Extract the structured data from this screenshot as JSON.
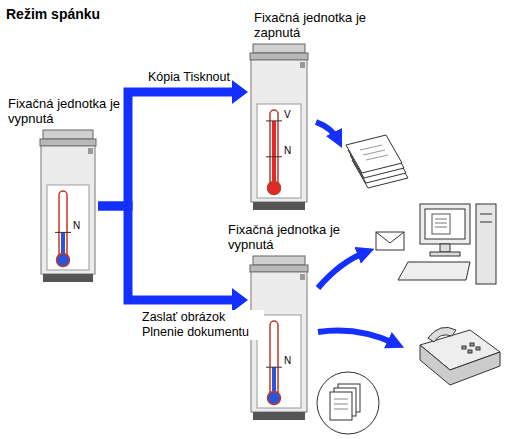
{
  "diagram": {
    "title": "Režim spánku",
    "nodes": [
      {
        "text": [
          "Fixačná jednotka je vypnutá"
        ]
      },
      {
        "text": [
          "Fixačná jednotka je zapnutá"
        ]
      },
      {
        "text": [
          "Fixačná jednotka je vypnutá"
        ]
      }
    ],
    "edges": [
      {
        "from": 0,
        "to": 1,
        "arrow": "to",
        "label": "Kópia Tisknout"
      },
      {
        "from": 0,
        "to": 2,
        "arrow": "to",
        "label": "Zaslať obrázok Plnenie dokumentu"
      }
    ],
    "labels": [
      "N",
      "V",
      "N",
      "N"
    ]
  }
}
